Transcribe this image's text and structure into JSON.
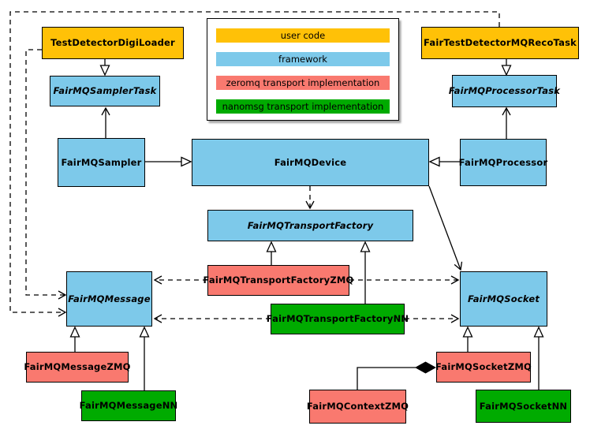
{
  "colors": {
    "user_code": "#FFC107",
    "framework": "#7DC9EA",
    "zeromq": "#F9796F",
    "nanomsg": "#00AB00",
    "line": "#000000",
    "canvas_bg": "#FFFFFF"
  },
  "legend": {
    "items": [
      {
        "label": "user code",
        "category": "user_code"
      },
      {
        "label": "framework",
        "category": "framework"
      },
      {
        "label": "zeromq transport implementation",
        "category": "zeromq"
      },
      {
        "label": "nanomsg transport implementation",
        "category": "nanomsg"
      }
    ]
  },
  "nodes": {
    "testDetectorDigiLoader": {
      "label": "TestDetectorDigiLoader",
      "category": "user_code",
      "abstract": false
    },
    "fairTestDetectorMQRecoTask": {
      "label": "FairTestDetectorMQRecoTask",
      "category": "user_code",
      "abstract": false
    },
    "fairMQSamplerTask": {
      "label": "FairMQSamplerTask",
      "category": "framework",
      "abstract": true
    },
    "fairMQProcessorTask": {
      "label": "FairMQProcessorTask",
      "category": "framework",
      "abstract": true
    },
    "fairMQSampler": {
      "label": "FairMQSampler",
      "category": "framework",
      "abstract": false
    },
    "fairMQDevice": {
      "label": "FairMQDevice",
      "category": "framework",
      "abstract": false
    },
    "fairMQProcessor": {
      "label": "FairMQProcessor",
      "category": "framework",
      "abstract": false
    },
    "fairMQTransportFactory": {
      "label": "FairMQTransportFactory",
      "category": "framework",
      "abstract": true
    },
    "fairMQTransportFactoryZMQ": {
      "label": "FairMQTransportFactoryZMQ",
      "category": "zeromq",
      "abstract": false
    },
    "fairMQTransportFactoryNN": {
      "label": "FairMQTransportFactoryNN",
      "category": "nanomsg",
      "abstract": false
    },
    "fairMQMessage": {
      "label": "FairMQMessage",
      "category": "framework",
      "abstract": true
    },
    "fairMQSocket": {
      "label": "FairMQSocket",
      "category": "framework",
      "abstract": true
    },
    "fairMQMessageZMQ": {
      "label": "FairMQMessageZMQ",
      "category": "zeromq",
      "abstract": false
    },
    "fairMQMessageNN": {
      "label": "FairMQMessageNN",
      "category": "nanomsg",
      "abstract": false
    },
    "fairMQSocketZMQ": {
      "label": "FairMQSocketZMQ",
      "category": "zeromq",
      "abstract": false
    },
    "fairMQSocketNN": {
      "label": "FairMQSocketNN",
      "category": "nanomsg",
      "abstract": false
    },
    "fairMQContextZMQ": {
      "label": "FairMQContextZMQ",
      "category": "zeromq",
      "abstract": false
    }
  },
  "edges": [
    {
      "from": "TestDetectorDigiLoader",
      "to": "FairMQSamplerTask",
      "type": "inheritance"
    },
    {
      "from": "FairTestDetectorMQRecoTask",
      "to": "FairMQProcessorTask",
      "type": "inheritance"
    },
    {
      "from": "FairMQSampler",
      "to": "FairMQSamplerTask",
      "type": "association"
    },
    {
      "from": "FairMQProcessor",
      "to": "FairMQProcessorTask",
      "type": "association"
    },
    {
      "from": "FairMQSampler",
      "to": "FairMQDevice",
      "type": "inheritance"
    },
    {
      "from": "FairMQProcessor",
      "to": "FairMQDevice",
      "type": "inheritance"
    },
    {
      "from": "FairMQDevice",
      "to": "FairMQTransportFactory",
      "type": "dependency"
    },
    {
      "from": "FairMQDevice",
      "to": "FairMQSocket",
      "type": "association"
    },
    {
      "from": "FairMQTransportFactoryZMQ",
      "to": "FairMQTransportFactory",
      "type": "inheritance"
    },
    {
      "from": "FairMQTransportFactoryNN",
      "to": "FairMQTransportFactory",
      "type": "inheritance"
    },
    {
      "from": "FairMQTransportFactoryZMQ",
      "to": "FairMQMessage",
      "type": "dependency"
    },
    {
      "from": "FairMQTransportFactoryZMQ",
      "to": "FairMQSocket",
      "type": "dependency"
    },
    {
      "from": "FairMQTransportFactoryNN",
      "to": "FairMQMessage",
      "type": "dependency"
    },
    {
      "from": "FairMQTransportFactoryNN",
      "to": "FairMQSocket",
      "type": "dependency"
    },
    {
      "from": "TestDetectorDigiLoader",
      "to": "FairMQMessage",
      "type": "dependency"
    },
    {
      "from": "FairTestDetectorMQRecoTask",
      "to": "FairMQMessage",
      "type": "dependency"
    },
    {
      "from": "FairMQMessageZMQ",
      "to": "FairMQMessage",
      "type": "inheritance"
    },
    {
      "from": "FairMQMessageNN",
      "to": "FairMQMessage",
      "type": "inheritance"
    },
    {
      "from": "FairMQSocketZMQ",
      "to": "FairMQSocket",
      "type": "inheritance"
    },
    {
      "from": "FairMQSocketNN",
      "to": "FairMQSocket",
      "type": "inheritance"
    },
    {
      "from": "FairMQContextZMQ",
      "to": "FairMQSocketZMQ",
      "type": "composition"
    }
  ]
}
